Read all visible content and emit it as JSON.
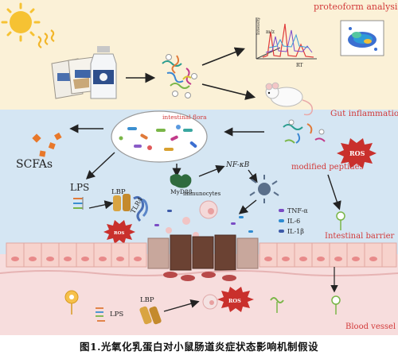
{
  "labels": {
    "proteoform": "proteoform analysis",
    "gut_inflammation": "Gut inflammation",
    "intestinal_flora": "intestinal flora",
    "scfas": "SCFAs",
    "lps_top": "LPS",
    "lbp_top": "LBP",
    "tlr4": "TLR4",
    "myd88": "MyD88",
    "nfkb": "NF-κB",
    "modified_peptides": "modified peptides",
    "ros_right": "ROS",
    "ros_mid": "ROS",
    "ros_bottom": "ROS",
    "immunocytes": "immunocytes",
    "tnf": "TNF-α",
    "il6": "IL-6",
    "il1b": "IL-1β",
    "intestinal_barrier": "Intestinal barrier",
    "blood_vessel": "Blood vessel",
    "lps_bottom": "LPS",
    "lbp_bottom": "LBP",
    "axis_intensity": "Intensity",
    "axis_mz": "m/z",
    "axis_rt": "RT"
  },
  "caption": "图1.光氧化乳蛋白对小鼠肠道炎症状态影响机制假设",
  "colors": {
    "top_band": "#fbf1d7",
    "mid_band": "#d5e6f3",
    "bottom_band": "#f7dddd",
    "red_text": "#d23a3a",
    "sun": "#f6c233"
  }
}
